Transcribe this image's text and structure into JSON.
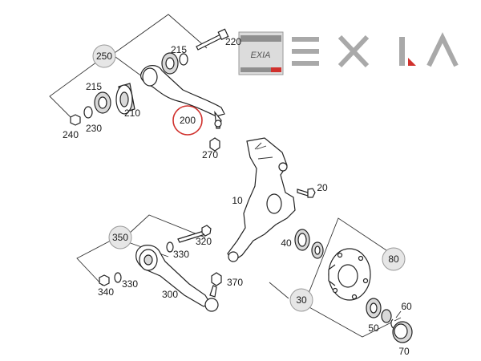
{
  "brand": {
    "badge_text": "EXIA",
    "wordmark": "EXIA",
    "accent_color": "#d0312d"
  },
  "highlight_color": "#d0312d",
  "labels": {
    "p200": "200",
    "p220": "220",
    "p250": "250",
    "p215a": "215",
    "p215b": "215",
    "p210": "210",
    "p230": "230",
    "p240": "240",
    "p270": "270",
    "p10": "10",
    "p20": "20",
    "p350": "350",
    "p320": "320",
    "p330a": "330",
    "p330b": "330",
    "p340": "340",
    "p300": "300",
    "p370": "370",
    "p40": "40",
    "p80": "80",
    "p30": "30",
    "p50": "50",
    "p60": "60",
    "p70": "70"
  }
}
